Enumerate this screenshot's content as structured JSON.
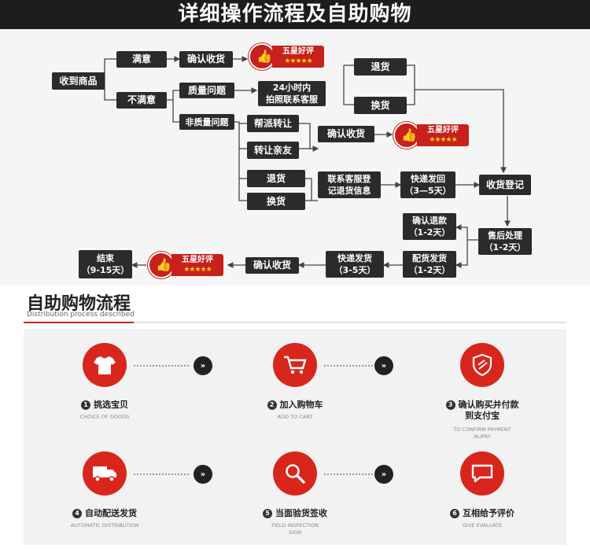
{
  "title": "详细操作流程及自助购物",
  "flow": {
    "receive": "收到商品",
    "satisfied": "满意",
    "unsatisfied": "不满意",
    "confirm_receipt": "确认收货",
    "quality_issue": "质量问题",
    "contact_24h": "24小时内\n拍照联系客服",
    "non_quality": "非质量问题",
    "help_transfer": "帮派转让",
    "transfer_friend": "转让亲友",
    "return": "退货",
    "exchange": "换货",
    "contact_register": "联系客服登\n记退货信息",
    "express_back": "快递发回\n（3—5天）",
    "register_receipt": "收货登记",
    "confirm_refund": "确认退款\n（1-2天）",
    "after_sales": "售后处理\n（1-2天）",
    "ship_goods": "配货发货\n（1-2天）",
    "express_send": "快递发货\n（3-5天）",
    "end": "结束\n（9-15天）",
    "badge_text": "五星好评",
    "badge_stars": "★★★★★"
  },
  "self_service": {
    "title": "自助购物流程",
    "subtitle": "Distribution process described",
    "steps": [
      {
        "num": "1",
        "name": "挑选宝贝",
        "en": "CHOICE OF GOODS",
        "icon": "tshirt-icon"
      },
      {
        "num": "2",
        "name": "加入购物车",
        "en": "ADD TO CART",
        "icon": "cart-icon"
      },
      {
        "num": "3",
        "name": "确认购买并付款\n到支付宝",
        "en": "TO CONFIRM PAYMENT\nALIPAY",
        "icon": "shield-icon"
      },
      {
        "num": "4",
        "name": "自动配送发货",
        "en": "AUTOMATIC DISTRIBUTION",
        "icon": "truck-icon"
      },
      {
        "num": "5",
        "name": "当面验货签收",
        "en": "FIELD INSPECTION\nSIGN",
        "icon": "magnifier-icon"
      },
      {
        "num": "6",
        "name": "互相给予评价",
        "en": "GIVE EVALUATE",
        "icon": "chat-icon"
      }
    ],
    "next_glyph": "»"
  },
  "colors": {
    "accent": "#d9261c",
    "box": "#2b2b2b",
    "banner": "#1d1d1d"
  }
}
